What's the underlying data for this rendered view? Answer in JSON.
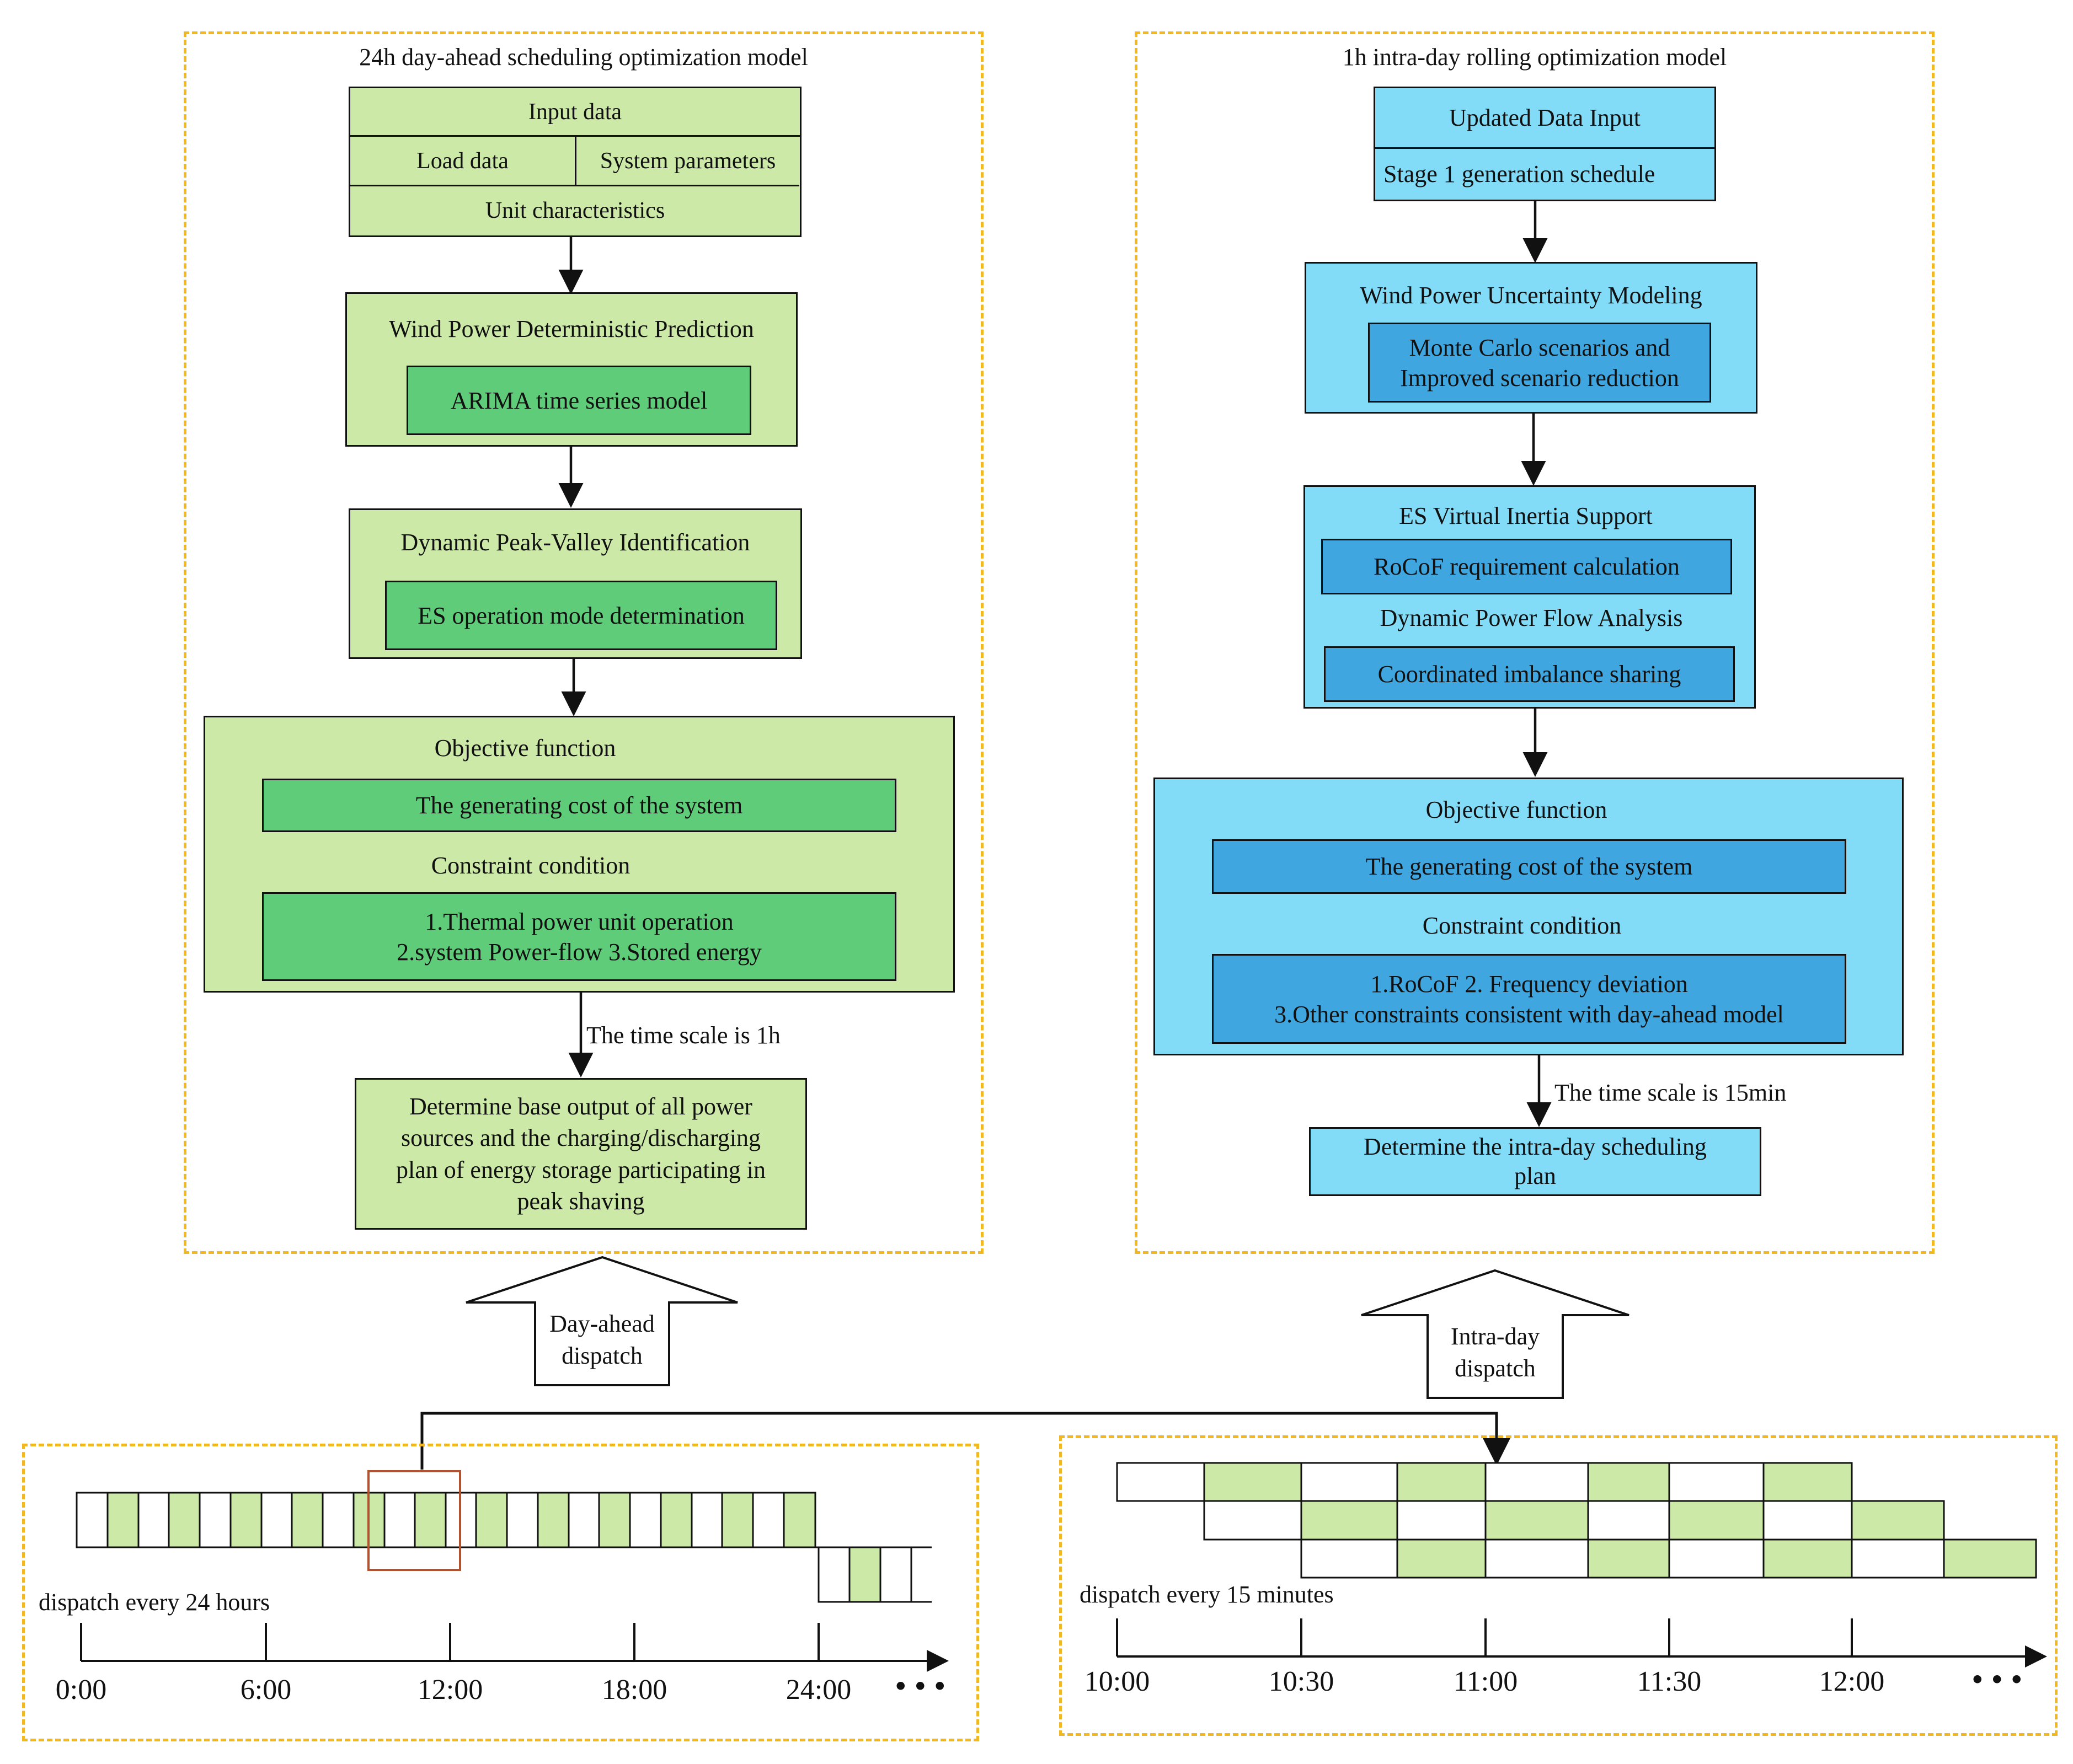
{
  "left_panel": {
    "title": "24h day-ahead scheduling optimization model",
    "input": {
      "header": "Input data",
      "load": "Load data",
      "sys": "System parameters",
      "unit": "Unit characteristics"
    },
    "wind": {
      "title": "Wind Power Deterministic Prediction",
      "inner": "ARIMA time series model"
    },
    "peak": {
      "title": "Dynamic Peak-Valley Identification",
      "inner": "ES operation mode determination"
    },
    "objective": {
      "title": "Objective function",
      "cost": "The generating cost of the system",
      "constraint_title": "Constraint condition",
      "constraint_1": "1.Thermal power unit operation",
      "constraint_2": "2.system Power-flow 3.Stored energy"
    },
    "time_scale": "The time scale is 1h",
    "output": {
      "line1": "Determine base output of all power",
      "line2": "sources and the charging/discharging",
      "line3": "plan of energy storage participating in",
      "line4": "peak shaving"
    }
  },
  "right_panel": {
    "title": "1h intra-day rolling optimization model",
    "updated": "Updated Data Input",
    "stage1": "Stage 1 generation schedule",
    "uncert": {
      "title": "Wind Power Uncertainty Modeling",
      "inner1": "Monte Carlo scenarios and",
      "inner2": "Improved scenario reduction"
    },
    "es": {
      "title": "ES Virtual Inertia Support",
      "rocof": "RoCoF requirement calculation",
      "flow_title": "Dynamic Power Flow Analysis",
      "coord": "Coordinated imbalance sharing"
    },
    "objective": {
      "title": "Objective function",
      "cost": "The generating cost of the system",
      "constraint_title": "Constraint condition",
      "constraint_1": "1.RoCoF 2. Frequency deviation",
      "constraint_2": "3.Other constraints consistent with day-ahead model"
    },
    "time_scale": "The time scale is 15min",
    "output": {
      "line1": "Determine the intra-day scheduling",
      "line2": "plan"
    }
  },
  "arrows": {
    "day_ahead_1": "Day-ahead",
    "day_ahead_2": "dispatch",
    "intra_1": "Intra-day",
    "intra_2": "dispatch"
  },
  "bottom_left": {
    "caption": "dispatch every 24 hours",
    "ticks": [
      "0:00",
      "6:00",
      "12:00",
      "18:00",
      "24:00"
    ],
    "ellipsis": "•••"
  },
  "bottom_right": {
    "caption": "dispatch every 15 minutes",
    "ticks": [
      "10:00",
      "10:30",
      "11:00",
      "11:30",
      "12:00"
    ],
    "ellipsis": "•••"
  },
  "colors": {
    "light_green": "#cce9a8",
    "dark_green": "#5fcc7a",
    "light_blue": "#82dcf8",
    "dark_blue": "#3fa6e0",
    "dash_orange": "#f2b824",
    "highlight_brown": "#b0532e"
  }
}
